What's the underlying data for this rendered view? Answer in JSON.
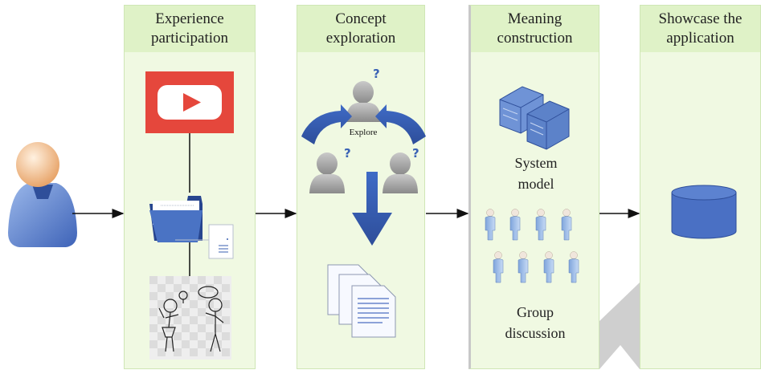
{
  "columns": [
    {
      "title": "Experience participation"
    },
    {
      "title": "Concept exploration"
    },
    {
      "title": "Meaning construction"
    },
    {
      "title": "Showcase the application"
    }
  ],
  "labels": {
    "explore": "Explore",
    "system_model": "System model",
    "group_discussion": "Group discussion"
  },
  "icons": [
    "user-icon",
    "video-play-icon",
    "folder-icon",
    "document-icon",
    "people-sketch-icon",
    "question-icon",
    "server-icon",
    "person-figure-icon",
    "database-icon",
    "arrow-icon"
  ],
  "colors": {
    "column_bg": "#f0f9e2",
    "header_bg": "#dff2c7",
    "accent_blue": "#3a5fb0",
    "video_red": "#e5473c"
  }
}
